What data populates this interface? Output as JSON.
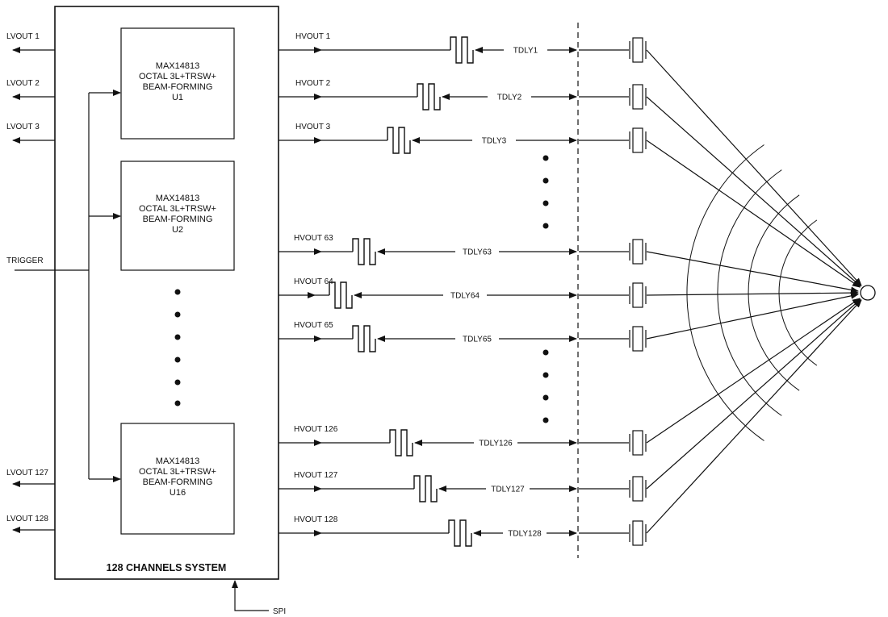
{
  "system": {
    "title": "128 CHANNELS SYSTEM",
    "spi_label": "SPI",
    "trigger_label": "TRIGGER"
  },
  "chips": [
    {
      "l1": "MAX14813",
      "l2": "OCTAL 3L+TRSW+",
      "l3": "BEAM-FORMING",
      "l4": "U1"
    },
    {
      "l1": "MAX14813",
      "l2": "OCTAL 3L+TRSW+",
      "l3": "BEAM-FORMING",
      "l4": "U2"
    },
    {
      "l1": "MAX14813",
      "l2": "OCTAL 3L+TRSW+",
      "l3": "BEAM-FORMING",
      "l4": "U16"
    }
  ],
  "lvouts": [
    {
      "label": "LVOUT 1"
    },
    {
      "label": "LVOUT 2"
    },
    {
      "label": "LVOUT 3"
    },
    {
      "label": "LVOUT 127"
    },
    {
      "label": "LVOUT 128"
    }
  ],
  "channels": [
    {
      "hvout": "HVOUT 1",
      "tdly": "TDLY1"
    },
    {
      "hvout": "HVOUT 2",
      "tdly": "TDLY2"
    },
    {
      "hvout": "HVOUT 3",
      "tdly": "TDLY3"
    },
    {
      "hvout": "HVOUT 63",
      "tdly": "TDLY63"
    },
    {
      "hvout": "HVOUT 64",
      "tdly": "TDLY64"
    },
    {
      "hvout": "HVOUT 65",
      "tdly": "TDLY65"
    },
    {
      "hvout": "HVOUT 126",
      "tdly": "TDLY126"
    },
    {
      "hvout": "HVOUT 127",
      "tdly": "TDLY127"
    },
    {
      "hvout": "HVOUT 128",
      "tdly": "TDLY128"
    }
  ]
}
